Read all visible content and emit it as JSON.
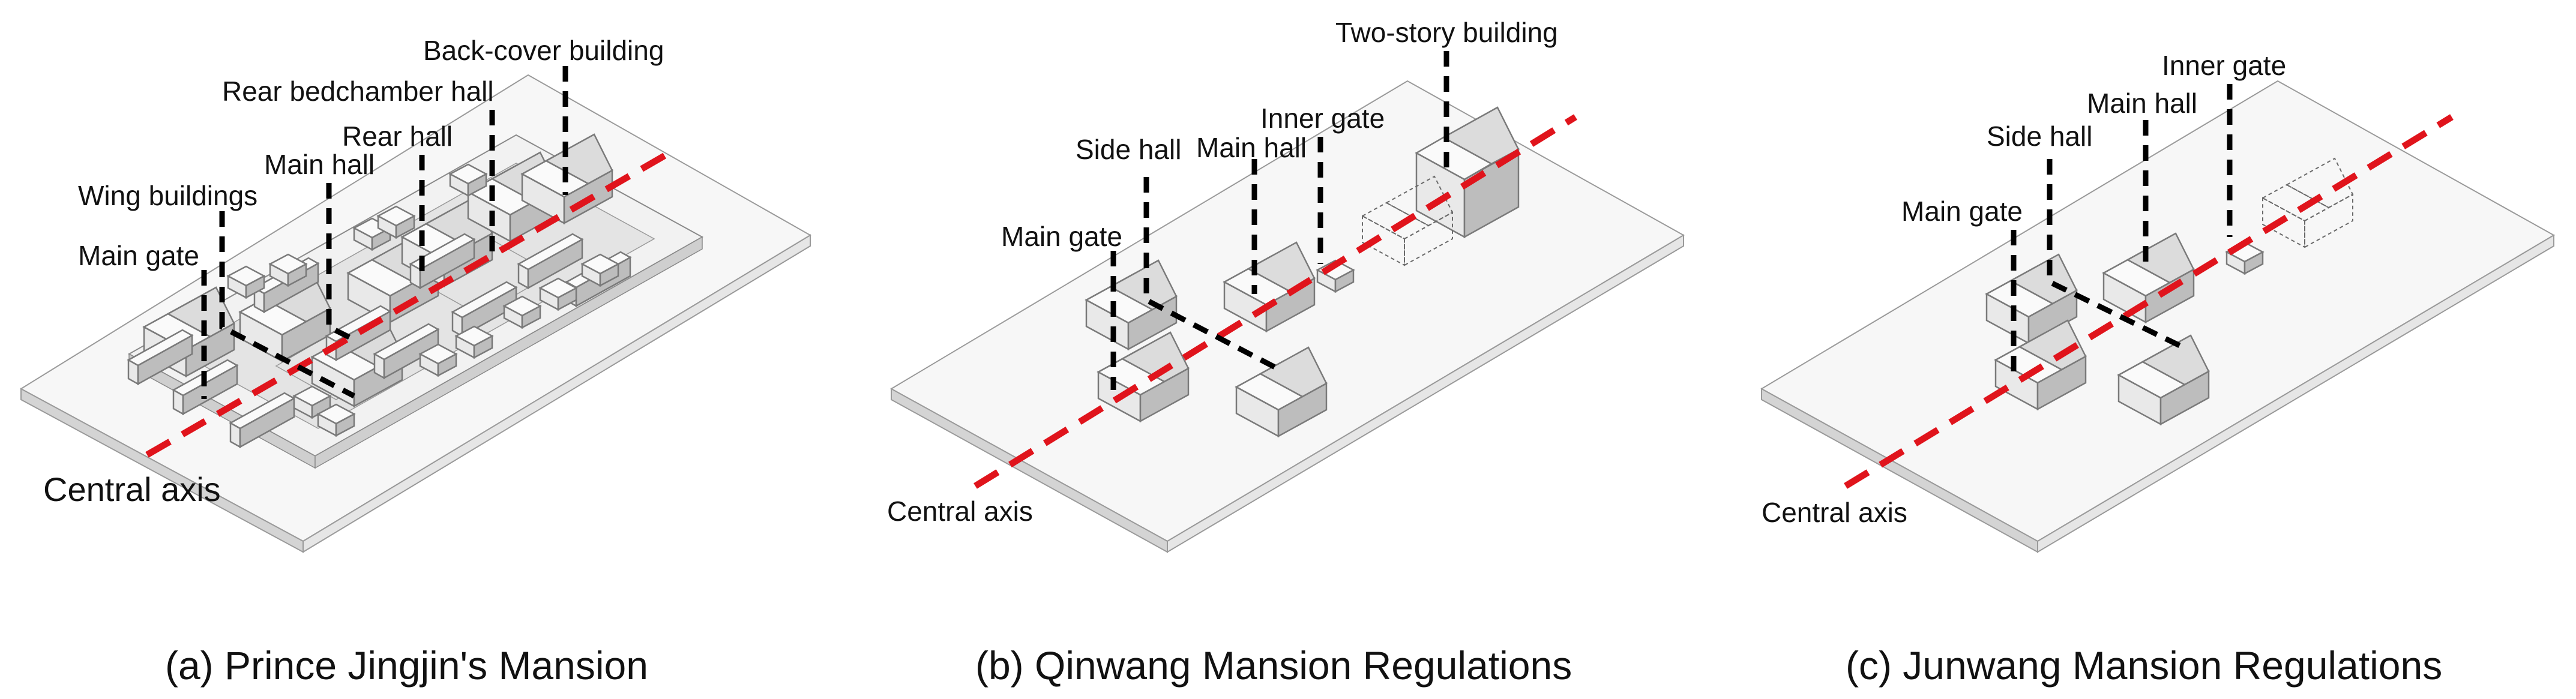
{
  "panels": [
    {
      "caption": "(a) Prince Jingjin's Mansion",
      "axis_label": "Central axis",
      "callouts": [
        "Back-cover building",
        "Rear bedchamber hall",
        "Rear hall",
        "Main hall",
        "Wing buildings",
        "Main gate"
      ]
    },
    {
      "caption": "(b) Qinwang Mansion Regulations",
      "axis_label": "Central axis",
      "callouts": [
        "Two-story building",
        "Inner gate",
        "Side hall",
        "Main hall",
        "Main gate"
      ]
    },
    {
      "caption": "(c) Junwang Mansion Regulations",
      "axis_label": "Central axis",
      "callouts": [
        "Inner gate",
        "Main hall",
        "Side hall",
        "Main gate"
      ]
    }
  ],
  "colors": {
    "central_axis": "#e0141c",
    "leader": "#000000",
    "platform": "#f7f7f7"
  }
}
